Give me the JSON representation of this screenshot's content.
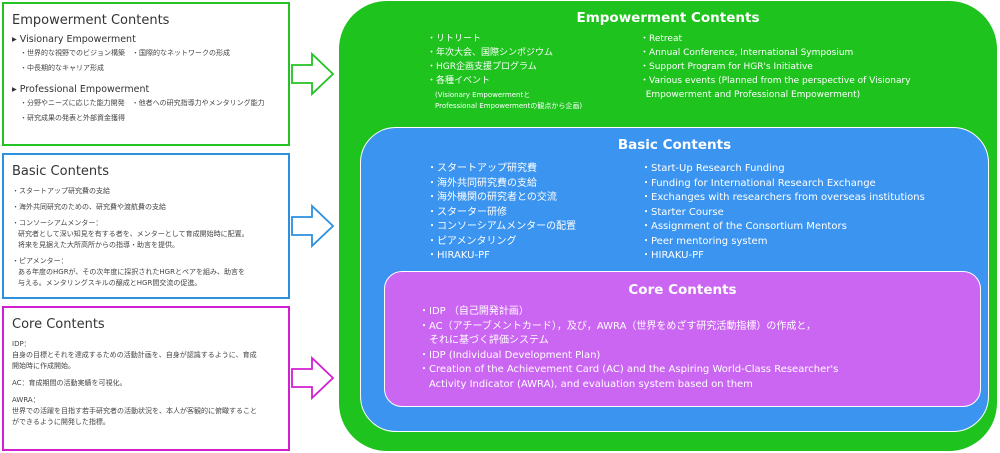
{
  "left_panels": {
    "empowerment": {
      "title": "Empowerment Contents",
      "visionary_heading": "▸ Visionary Empowerment",
      "visionary_items": "・世界的な視野でのビジョン構築　・国際的なネットワークの形成",
      "visionary_items2": "・中長期的なキャリア形成",
      "professional_heading": "▸ Professional Empowerment",
      "professional_items": "・分野やニーズに応じた能力開発　・他者への研究指導力やメンタリング能力",
      "professional_items2": "・研究成果の発表と外部資金獲得"
    },
    "basic": {
      "title": "Basic Contents",
      "item1": "・スタートアップ研究費の支給",
      "item2": "・海外共同研究のための、研究費や渡航費の支給",
      "item3": "・コンソーシアムメンター：",
      "item3_desc1": "研究者として深い知見を有する者を、メンターとして育成開始時に配置。",
      "item3_desc2": "将来を見据えた大所高所からの指導・助言を提供。",
      "item4": "・ピアメンター：",
      "item4_desc1": "ある年度のHGRが、その次年度に採択されたHGRとペアを組み、助言を",
      "item4_desc2": "与える。メンタリングスキルの醸成とHGR間交流の促進。"
    },
    "core": {
      "title": "Core Contents",
      "idp_label": "IDP：",
      "idp_desc1": "自身の目標とそれを達成するための活動計画を、自身が認識するように、育成",
      "idp_desc2": "開始時に作成開始。",
      "ac_desc": "AC：育成期間の活動実績を可視化。",
      "awra_label": "AWRA：",
      "awra_desc1": "世界での活躍を目指す若手研究者の活動状況を、本人が客観的に俯瞰すること",
      "awra_desc2": "ができるように開発した指標。"
    }
  },
  "empowerment_box": {
    "title": "Empowerment Contents",
    "jp_items": [
      "・リトリート",
      "・年次大会、国際シンポジウム",
      "・HGR企画支援プログラム",
      "・各種イベント"
    ],
    "jp_note1": "(Visionary Empowermentと",
    "jp_note2": "Professional Empowermentの観点から企画)",
    "en_items": [
      "・Retreat",
      "・Annual Conference, International Symposium",
      "・Support Program for HGR's Initiative",
      "・Various events (Planned from the perspective of Visionary",
      "  Empowerment and Professional Empowerment)"
    ]
  },
  "basic_box": {
    "title": "Basic Contents",
    "jp_items": [
      "・スタートアップ研究費",
      "・海外共同研究費の支給",
      "・海外機関の研究者との交流",
      "・スターター研修",
      "・コンソーシアムメンターの配置",
      "・ピアメンタリング",
      "・HIRAKU-PF"
    ],
    "en_items": [
      "・Start-Up Research Funding",
      "・Funding for International Research Exchange",
      "・Exchanges with researchers from overseas institutions",
      "・Starter Course",
      "・Assignment of the Consortium Mentors",
      "・Peer mentoring system",
      "・HIRAKU-PF"
    ]
  },
  "core_box": {
    "title": "Core Contents",
    "items": [
      "・IDP （自己開発計画）",
      "・AC（アチーブメントカード），及び，AWRA（世界をめざす研究活動指標）の作成と，",
      "　それに基づく評価システム",
      "・IDP (Individual Development Plan)",
      "・Creation of the Achievement Card (AC) and the Aspiring World-Class Researcher's",
      "　Activity Indicator (AWRA), and evaluation system based on them"
    ]
  },
  "colors": {
    "empowerment": "#1ec31e",
    "basic": "#3a94f0",
    "core": "#cb66f2",
    "empowerment_border": "#22c322",
    "basic_border": "#2c8fe0",
    "core_border": "#d21fd2"
  }
}
